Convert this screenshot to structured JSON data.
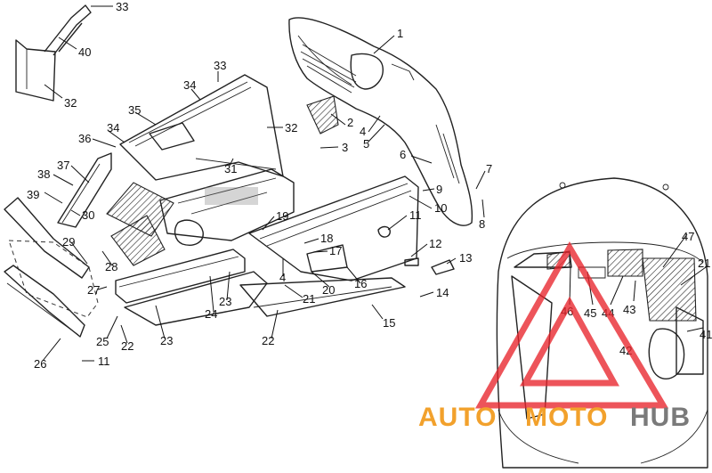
{
  "diagram": {
    "callouts": {
      "c33a": "33",
      "c40": "40",
      "c32a": "32",
      "c1": "1",
      "c33b": "33",
      "c34a": "34",
      "c35": "35",
      "c34b": "34",
      "c36": "36",
      "c32b": "32",
      "c2": "2",
      "c3": "3",
      "c4a": "4",
      "c5": "5",
      "c31": "31",
      "c6": "6",
      "c37": "37",
      "c38": "38",
      "c7": "7",
      "c9": "9",
      "c39": "39",
      "c30": "30",
      "c10": "10",
      "c8": "8",
      "c19": "19",
      "c11a": "11",
      "c18": "18",
      "c17": "17",
      "c29": "29",
      "c12": "12",
      "c13": "13",
      "c28": "28",
      "c4b": "4",
      "c27": "27",
      "c16": "16",
      "c20": "20",
      "c21a": "21",
      "c23a": "23",
      "c24": "24",
      "c14": "14",
      "c15": "15",
      "c25": "25",
      "c22a": "22",
      "c23b": "23",
      "c22b": "22",
      "c26": "26",
      "c11b": "11",
      "c47": "47",
      "c21b": "21",
      "c46": "46",
      "c45": "45",
      "c44": "44",
      "c43": "43",
      "c41": "41",
      "c42": "42"
    },
    "watermark": {
      "word1": "AUTO",
      "word2": "MOTO",
      "word3": "HUB",
      "color1": "#f2a12c",
      "color2": "#f2a12c",
      "color3": "#7a7a7a",
      "triangle_color": "#e8242b"
    }
  }
}
